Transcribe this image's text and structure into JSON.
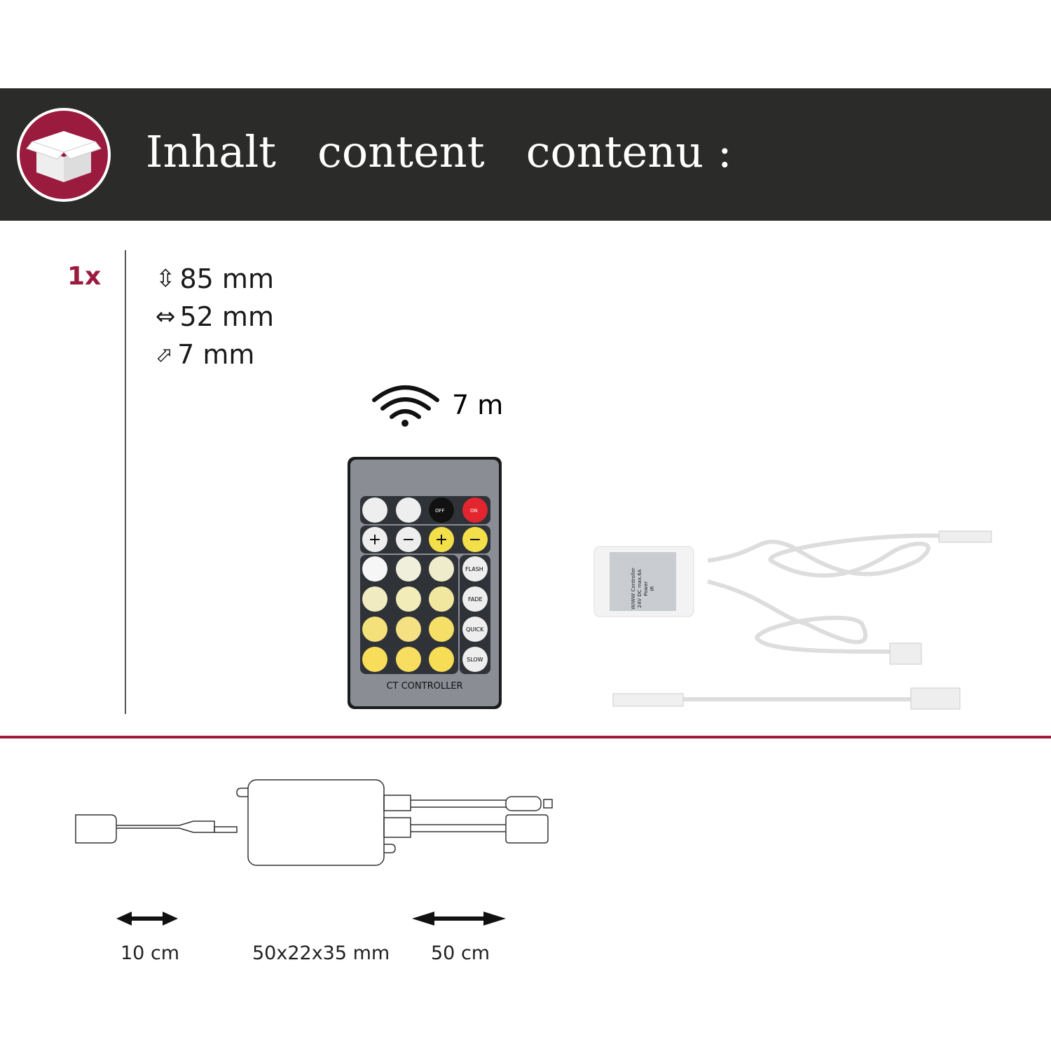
{
  "header": {
    "title": "Inhalt   content   contenu :",
    "icon": "box-icon",
    "accent": "#9b1b3f"
  },
  "quantity": "1x",
  "dimensions": [
    {
      "icon": "height-arrow-icon",
      "value": "85 mm"
    },
    {
      "icon": "width-arrow-icon",
      "value": "52 mm"
    },
    {
      "icon": "depth-arrow-icon",
      "value": "7 mm"
    }
  ],
  "range": {
    "icon": "wifi-icon",
    "value": "7 m"
  },
  "remote": {
    "label": "CT CONTROLLER",
    "buttons": [
      "OFF",
      "ON",
      "FLASH",
      "FADE",
      "QUICK",
      "SLOW"
    ]
  },
  "controller_label": {
    "lines": [
      "W/WW Controller",
      "24V DC max.6A",
      "Power",
      "IR"
    ]
  },
  "drawing": {
    "labels": [
      "10 cm",
      "50x22x35 mm",
      "50 cm"
    ]
  }
}
